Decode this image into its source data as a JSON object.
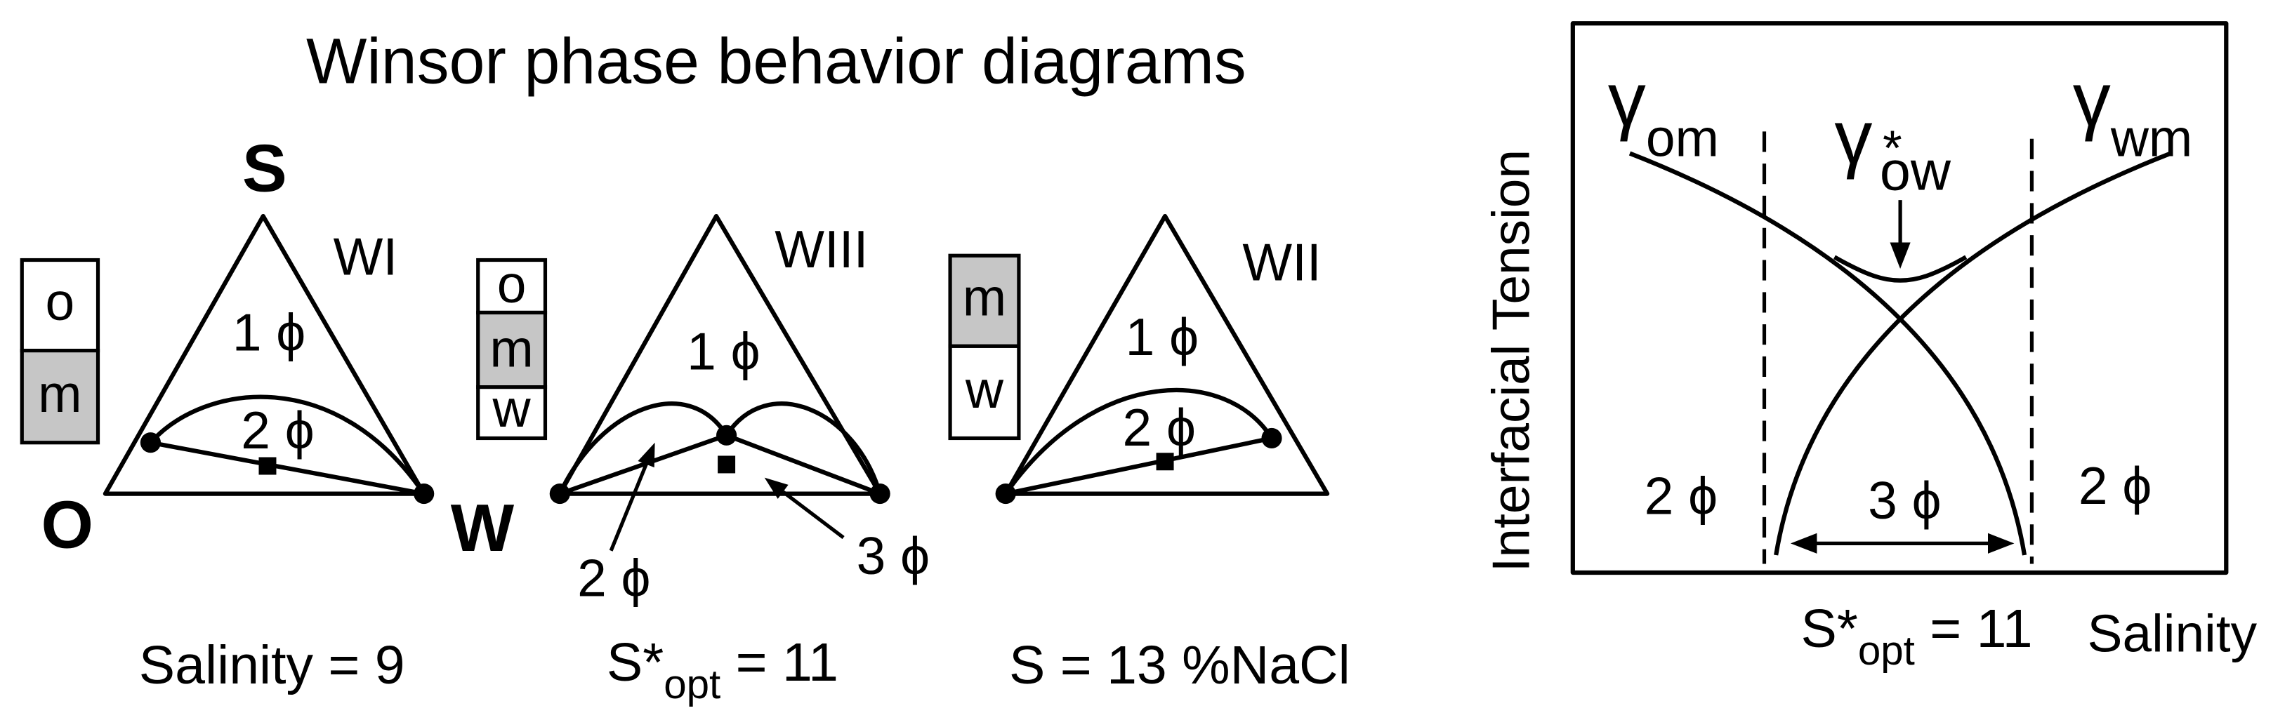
{
  "title": "Winsor phase behavior diagrams",
  "colors": {
    "ink": "#000000",
    "background": "#ffffff",
    "shaded_phase": "#c6c6c6"
  },
  "ternary_diagrams": {
    "vertices": {
      "surfactant": "S",
      "oil": "O",
      "water": "W"
    },
    "winsor_i": {
      "label": "WI",
      "one_phase": "1 ϕ",
      "two_phase": "2 ϕ",
      "phase_stack": [
        "o",
        "m"
      ],
      "caption": "Salinity = 9"
    },
    "winsor_iii": {
      "label": "WIII",
      "one_phase": "1 ϕ",
      "two_phase": "2 ϕ",
      "three_phase": "3 ϕ",
      "phase_stack": [
        "o",
        "m",
        "w"
      ],
      "caption": {
        "main": "S*",
        "sub": "opt",
        "rest": " = 11"
      }
    },
    "winsor_ii": {
      "label": "WII",
      "one_phase": "1 ϕ",
      "two_phase": "2 ϕ",
      "phase_stack": [
        "m",
        "w"
      ],
      "caption": "S = 13 %NaCl"
    }
  },
  "ift_plot": {
    "y_label": "Interfacial Tension",
    "x_label": "Salinity",
    "gamma_om": {
      "symbol": "γ",
      "sub": "om"
    },
    "gamma_wm": {
      "symbol": "γ",
      "sub": "wm"
    },
    "gamma_ow_min": {
      "symbol": "γ",
      "sup": "*",
      "sub": "ow"
    },
    "region_low": "2 ϕ",
    "region_mid": "3 ϕ",
    "region_high": "2 ϕ",
    "optimum": {
      "main": "S*",
      "sub": "opt",
      "rest": " = 11"
    }
  }
}
